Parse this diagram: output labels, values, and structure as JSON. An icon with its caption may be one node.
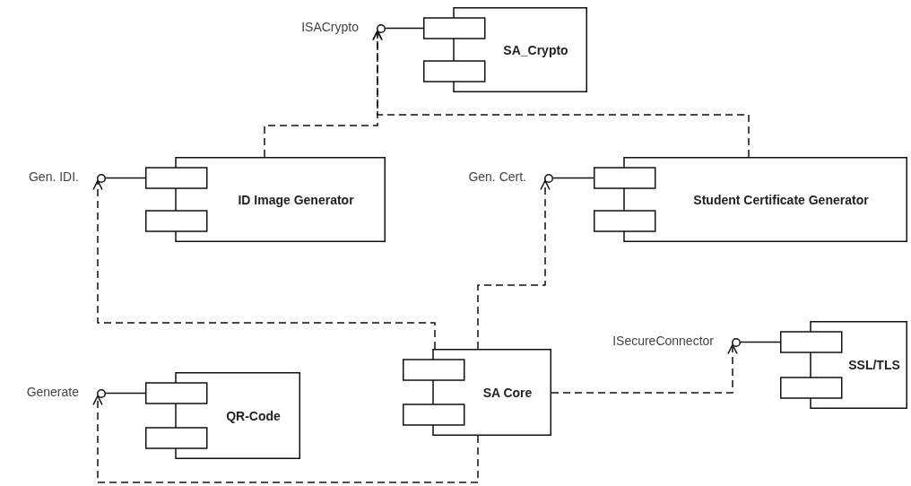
{
  "diagram": {
    "nodes": [
      {
        "text": [],
        "shape": "circle",
        "beside": [
          "ISACrypto"
        ]
      },
      {
        "text": [
          "SA_Crypto"
        ]
      },
      {
        "text": [],
        "shape": "circle",
        "beside": [
          "Gen. IDI."
        ]
      },
      {
        "text": [
          "ID Image Generator"
        ]
      },
      {
        "text": [],
        "shape": "circle",
        "beside": [
          "Gen. Cert."
        ]
      },
      {
        "text": [
          "Student Certificate Generator"
        ]
      },
      {
        "text": [],
        "shape": "circle",
        "beside": [
          "ISecureConnector"
        ]
      },
      {
        "text": [
          "SSL/TLS"
        ]
      },
      {
        "text": [
          "SA Core"
        ]
      },
      {
        "text": [],
        "shape": "circle",
        "beside": [
          "Generate"
        ]
      },
      {
        "text": [
          "QR-Code"
        ]
      }
    ],
    "edges": [
      {
        "from": 1,
        "to": 0,
        "arrow": "none"
      },
      {
        "from": 3,
        "to": 2,
        "arrow": "none"
      },
      {
        "from": 5,
        "to": 4,
        "arrow": "none"
      },
      {
        "from": 7,
        "to": 6,
        "arrow": "none"
      },
      {
        "from": 10,
        "to": 9,
        "arrow": "none"
      },
      {
        "from": 3,
        "to": 0,
        "arrow": "to",
        "style": "dashed"
      },
      {
        "from": 5,
        "to": 0,
        "arrow": "to",
        "style": "dashed"
      },
      {
        "from": 8,
        "to": 2,
        "arrow": "to",
        "style": "dashed"
      },
      {
        "from": 8,
        "to": 4,
        "arrow": "to",
        "style": "dashed"
      },
      {
        "from": 8,
        "to": 6,
        "arrow": "to",
        "style": "dashed"
      },
      {
        "from": 8,
        "to": 9,
        "arrow": "to",
        "style": "dashed"
      }
    ]
  }
}
